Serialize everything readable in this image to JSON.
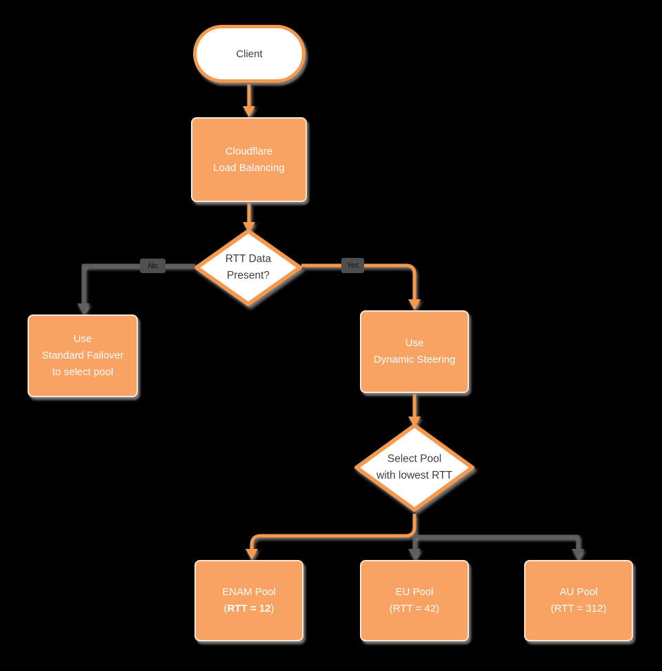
{
  "diagram": {
    "title": "Cloudflare Load Balancing flowchart",
    "colors": {
      "background": "#000000",
      "shape_fill": "#F8A263",
      "shape_stroke": "#F4994E",
      "line_gray": "#5E5E5E",
      "shadow": "#8F8F8F",
      "text_on_orange": "#FFFFFF",
      "text_dark": "#3F3F3F",
      "edge_label_bg": "#4F4F4F",
      "edge_label_text": "#141414"
    },
    "nodes": {
      "client": {
        "type": "terminator",
        "label": "Client"
      },
      "load_balancing": {
        "type": "process",
        "lines": [
          "Cloudflare",
          "Load Balancing"
        ]
      },
      "rtt_decision": {
        "type": "decision",
        "lines": [
          "RTT Data",
          "Present?"
        ]
      },
      "standard_failover": {
        "type": "process",
        "lines": [
          "Use",
          "Standard Failover",
          "to select pool"
        ]
      },
      "dynamic_steering": {
        "type": "process",
        "lines": [
          "Use",
          "Dynamic Steering"
        ]
      },
      "select_pool": {
        "type": "decision",
        "lines": [
          "Select Pool",
          "with lowest RTT"
        ]
      },
      "enam_pool": {
        "type": "process",
        "line1": "ENAM Pool",
        "line2_prefix": "(",
        "line2_bold": "RTT = 12",
        "line2_suffix": ")"
      },
      "eu_pool": {
        "type": "process",
        "line1": "EU Pool",
        "line2": "(RTT = 42)"
      },
      "au_pool": {
        "type": "process",
        "line1": "AU Pool",
        "line2": "(RTT = 312)"
      }
    },
    "edges": {
      "no_label": "No",
      "yes_label": "Yes"
    }
  }
}
